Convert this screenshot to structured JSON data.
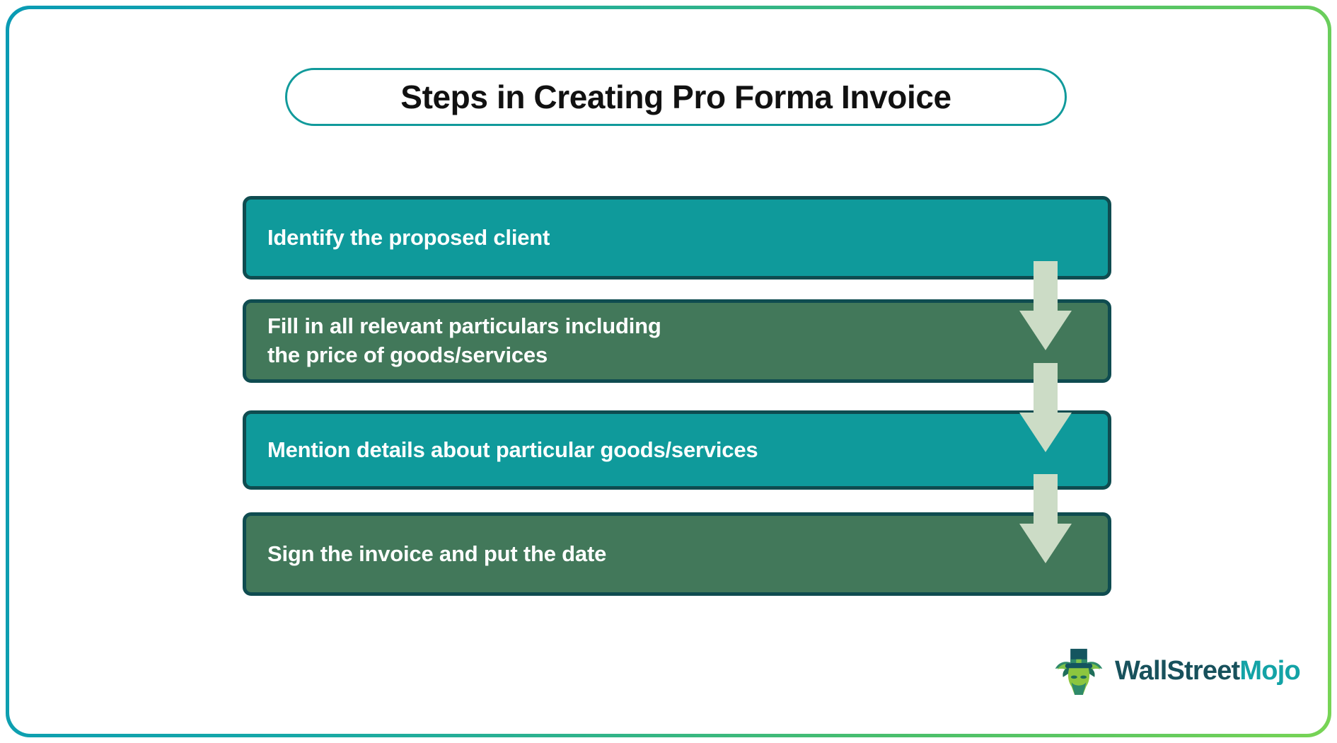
{
  "title": "Steps in Creating Pro Forma Invoice",
  "steps": [
    {
      "id": 1,
      "label": "Identify the proposed client",
      "color": "#0f9a9b",
      "tone": "teal"
    },
    {
      "id": 2,
      "label": "Fill in all relevant particulars including\nthe price of goods/services",
      "color": "#42785a",
      "tone": "green"
    },
    {
      "id": 3,
      "label": "Mention details about particular goods/services",
      "color": "#0f9a9b",
      "tone": "teal"
    },
    {
      "id": 4,
      "label": "Sign the invoice and put the date",
      "color": "#42785a",
      "tone": "green"
    }
  ],
  "connectors": [
    {
      "from": 1,
      "to": 2,
      "icon": "down-arrow-icon"
    },
    {
      "from": 2,
      "to": 3,
      "icon": "down-arrow-icon"
    },
    {
      "from": 3,
      "to": 4,
      "icon": "down-arrow-icon"
    }
  ],
  "brand": {
    "name_primary": "WallStreet",
    "name_secondary": "Mojo",
    "mark": "bull-with-tophat-icon"
  },
  "colors": {
    "teal_bar": "#0f9a9b",
    "green_bar": "#42785a",
    "bar_border": "#0f4c50",
    "arrow_fill": "#ccdcc6",
    "title_border": "#119a9b",
    "frame_gradient_start": "#0a9bb4",
    "frame_gradient_end": "#78d455",
    "text_light": "#ffffff",
    "text_dark": "#111111"
  }
}
